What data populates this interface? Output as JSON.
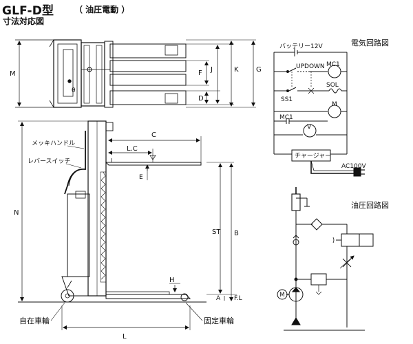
{
  "header": {
    "model": "GLF-D型",
    "subtitle": "（ 油圧電動 ）",
    "section": "寸法対応図"
  },
  "top_view": {
    "dims": [
      "M",
      "F",
      "J",
      "K",
      "G",
      "D"
    ],
    "small_label": "θ"
  },
  "side_view": {
    "callouts": [
      "メッキハンドル",
      "レバースイッチ",
      "自在車輪",
      "固定車輪"
    ],
    "dims": [
      "C",
      "L.C",
      "E",
      "N",
      "ST",
      "B",
      "H",
      "A",
      "F.L",
      "L"
    ]
  },
  "electric": {
    "title": "電気回路図",
    "battery": "バッテリー12V",
    "updown": "UPDOWN",
    "mc1_a": "MC1",
    "sol": "SOL",
    "ss1": "SS1",
    "m": "M",
    "mc1_b": "MC1",
    "v": "V",
    "charger": "チャージャー",
    "ac": "AC100V"
  },
  "hydraulic": {
    "title": "油圧回路図",
    "motor": "M"
  }
}
